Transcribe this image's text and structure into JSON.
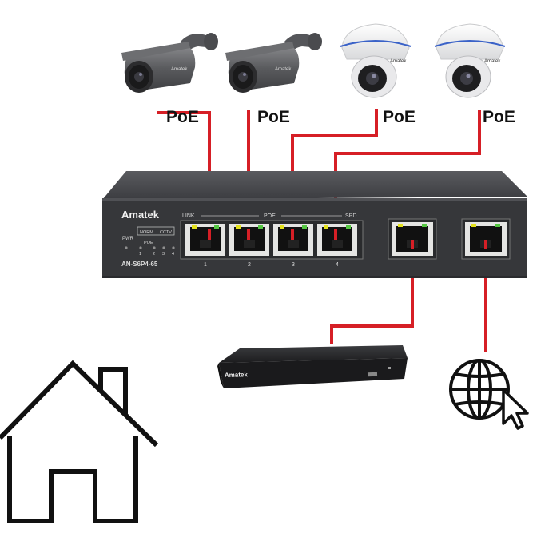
{
  "poe_labels": [
    "PoE",
    "PoE",
    "PoE",
    "PoE"
  ],
  "switch": {
    "brand": "Amatek",
    "model": "AN-S6P4-65",
    "link_label": "LINK",
    "poe_label": "POE",
    "spd_label": "SPD",
    "pwr_label": "PWR",
    "mode_norm": "NORM",
    "mode_cctv": "CCTV",
    "poe_small": "POE",
    "led_numbers": [
      "1",
      "2",
      "3",
      "4"
    ],
    "port_numbers": [
      "1",
      "2",
      "3",
      "4"
    ]
  },
  "nvr": {
    "brand": "Amatek"
  },
  "colors": {
    "cable": "#d61f26",
    "switch_body": "#3a3b3e",
    "port_led": "#e4e21c"
  },
  "icons": [
    "bullet-camera-icon",
    "dome-camera-icon",
    "globe-icon",
    "cursor-icon",
    "house-icon"
  ]
}
